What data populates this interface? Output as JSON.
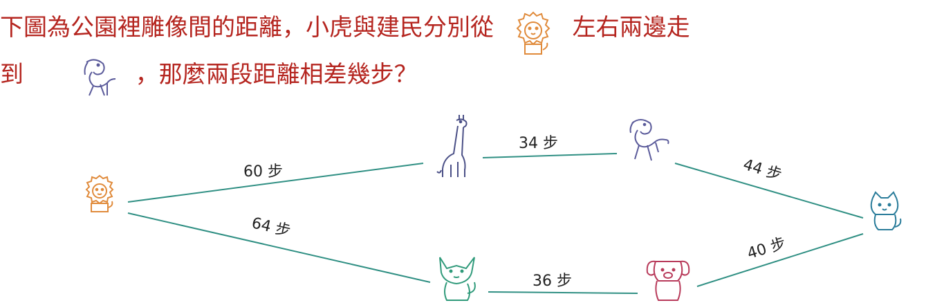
{
  "question": {
    "line1_a": "下圖為公園裡雕像間的距離，小虎與建民分別從",
    "line1_b": "左右兩邊走",
    "line2_a": "到",
    "line2_b": "，那麼兩段距離相差幾步？"
  },
  "icons": {
    "lion": "lion-statue-icon",
    "giraffe": "giraffe-statue-icon",
    "horse": "horse-statue-icon",
    "cat": "cat-statue-icon",
    "fox": "fox-statue-icon",
    "dog": "dog-statue-icon"
  },
  "colors": {
    "question_text": "#b5251f",
    "edges": "#2f8f83",
    "lion": "#e08a3a",
    "giraffe": "#4a4f86",
    "horse": "#5a5a9a",
    "cat": "#2a7c9a",
    "fox": "#2f9a7a",
    "dog": "#b83a5a"
  },
  "edges": {
    "lion_giraffe": "60 步",
    "giraffe_horse": "34 步",
    "horse_cat": "44 步",
    "lion_fox": "64 步",
    "fox_dog": "36 步",
    "dog_cat": "40 步"
  }
}
